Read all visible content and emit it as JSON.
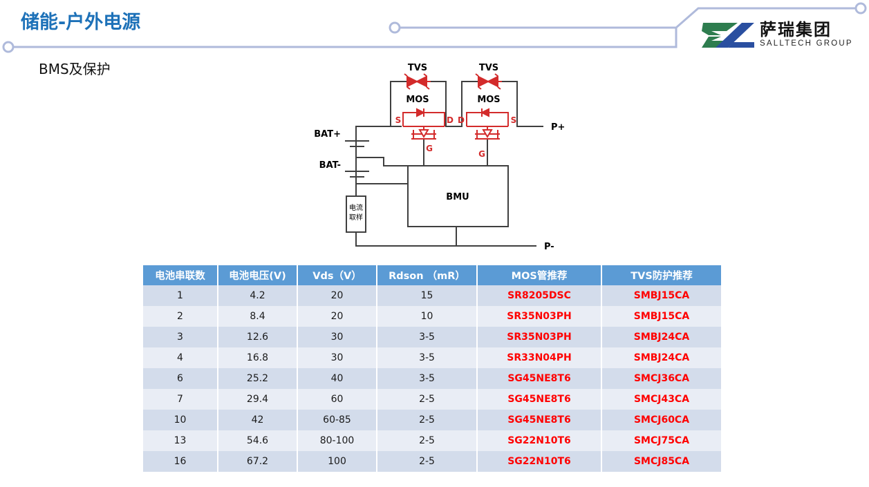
{
  "header": {
    "title": "储能-户外电源",
    "title_color": "#1D71B8",
    "logo": {
      "cn": "萨瑞集团",
      "en": "SALLTECH GROUP",
      "mark_green": "#2E7D4F",
      "mark_blue": "#2A4FA0"
    }
  },
  "subtitle": "BMS及保护",
  "circuit": {
    "labels": {
      "tvs_left": "TVS",
      "tvs_right": "TVS",
      "mos_left": "MOS",
      "mos_right": "MOS",
      "s_left": "S",
      "d_left": "D",
      "g_left": "G",
      "d_right": "D",
      "s_right": "S",
      "g_right": "G",
      "bat_plus": "BAT+",
      "bat_minus": "BAT-",
      "p_plus": "P+",
      "p_minus": "P-",
      "bmu": "BMU",
      "current_sample_line1": "电流",
      "current_sample_line2": "取样"
    },
    "wire_color": "#3F3F3F",
    "device_color": "#D32B2B"
  },
  "table": {
    "headers": [
      "电池串联数",
      "电池电压(V)",
      "Vds（V）",
      "Rdson （mR）",
      "MOS管推荐",
      "TVS防护推荐"
    ],
    "header_bg": "#5B9BD5",
    "row_bg_odd": "#D3DCEB",
    "row_bg_even": "#E9EDF5",
    "part_color": "#FF0000",
    "rows": [
      {
        "series": "1",
        "voltage": "4.2",
        "vds": "20",
        "rdson": "15",
        "mos": "SR8205DSC",
        "tvs": "SMBJ15CA"
      },
      {
        "series": "2",
        "voltage": "8.4",
        "vds": "20",
        "rdson": "10",
        "mos": "SR35N03PH",
        "tvs": "SMBJ15CA"
      },
      {
        "series": "3",
        "voltage": "12.6",
        "vds": "30",
        "rdson": "3-5",
        "mos": "SR35N03PH",
        "tvs": "SMBJ24CA"
      },
      {
        "series": "4",
        "voltage": "16.8",
        "vds": "30",
        "rdson": "3-5",
        "mos": "SR33N04PH",
        "tvs": "SMBJ24CA"
      },
      {
        "series": "6",
        "voltage": "25.2",
        "vds": "40",
        "rdson": "3-5",
        "mos": "SG45NE8T6",
        "tvs": "SMCJ36CA"
      },
      {
        "series": "7",
        "voltage": "29.4",
        "vds": "60",
        "rdson": "2-5",
        "mos": "SG45NE8T6",
        "tvs": "SMCJ43CA"
      },
      {
        "series": "10",
        "voltage": "42",
        "vds": "60-85",
        "rdson": "2-5",
        "mos": "SG45NE8T6",
        "tvs": "SMCJ60CA"
      },
      {
        "series": "13",
        "voltage": "54.6",
        "vds": "80-100",
        "rdson": "2-5",
        "mos": "SG22N10T6",
        "tvs": "SMCJ75CA"
      },
      {
        "series": "16",
        "voltage": "67.2",
        "vds": "100",
        "rdson": "2-5",
        "mos": "SG22N10T6",
        "tvs": "SMCJ85CA"
      }
    ]
  }
}
